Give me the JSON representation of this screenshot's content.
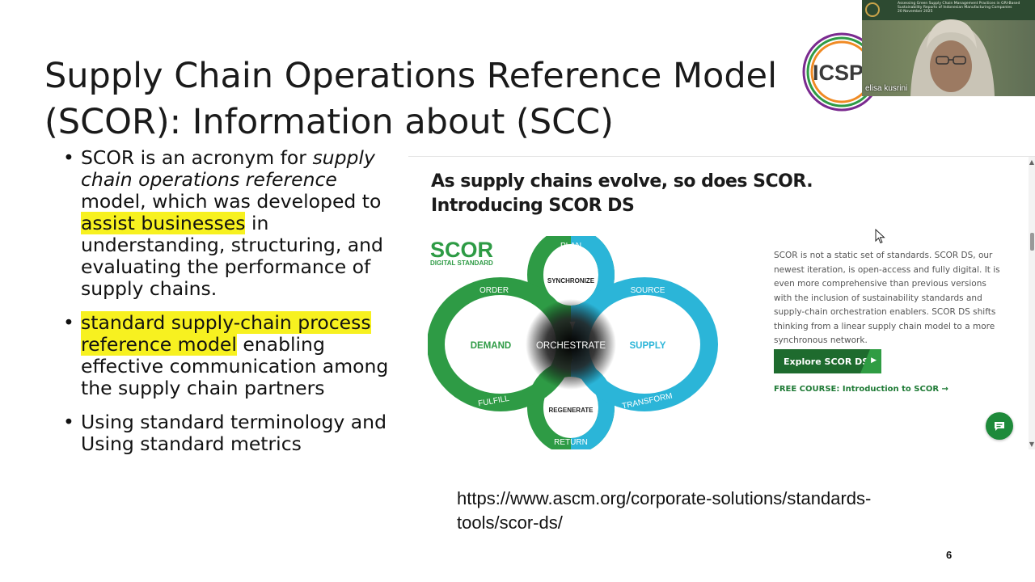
{
  "slide": {
    "title_line1": "Supply Chain Operations Reference Model",
    "title_line2": "(SCOR): Information about (SCC)",
    "bullets": {
      "b1_a": "SCOR is an acronym for",
      "b1_b": "supply chain operations reference",
      "b1_c": " model, which was developed to ",
      "b1_d": "assist businesses",
      "b1_e": " in understanding, structuring, and evaluating the performance of supply chains.",
      "b2_a": "standard supply-chain process reference model",
      "b2_b": " enabling effective communication among the supply chain partners",
      "b3": "Using standard terminology and Using standard metrics"
    },
    "url": "https://www.ascm.org/corporate-solutions/standards-tools/scor-ds/",
    "page_number": "6"
  },
  "webpage": {
    "headline_line1": "As supply chains evolve, so does SCOR.",
    "headline_line2": "Introducing SCOR DS",
    "scor_logo": "SCOR",
    "scor_logo_sub": "DIGITAL STANDARD",
    "diagram": {
      "plan": "PLAN",
      "order": "ORDER",
      "source": "SOURCE",
      "fulfill": "FULFILL",
      "transform": "TRANSFORM",
      "return": "RETURN",
      "synchronize": "SYNCHRONIZE",
      "regenerate": "REGENERATE",
      "demand": "DEMAND",
      "supply": "SUPPLY",
      "orchestrate": "ORCHESTRATE"
    },
    "description": "SCOR is not a static set of standards. SCOR DS, our newest iteration, is open-access and fully digital. It is even more comprehensive than previous versions with the inclusion of sustainability standards and supply-chain orchestration enablers. SCOR DS shifts thinking from a linear supply chain model to a more synchronous network.",
    "explore_button": "Explore SCOR DS",
    "course_link": "FREE COURSE: Introduction to SCOR",
    "course_arrow": "→"
  },
  "conference": {
    "logo_text": "ICSP",
    "video_banner_text": "Assessing Green Supply Chain Management Practices in GRI-Based Sustainability Reports of Indonesian Manufacturing Companies",
    "video_banner_date": "20 November 2025",
    "participant_name": "elisa kusrini"
  },
  "colors": {
    "green": "#2e9b45",
    "cyan": "#2bb5d8",
    "dark_green": "#1e6b2e",
    "highlight": "#f7f120",
    "logo_orange": "#f08a24"
  },
  "icons": [
    "mouse-pointer-icon",
    "chat-icon",
    "scroll-up-icon",
    "scroll-down-icon",
    "arrow-right-icon"
  ]
}
